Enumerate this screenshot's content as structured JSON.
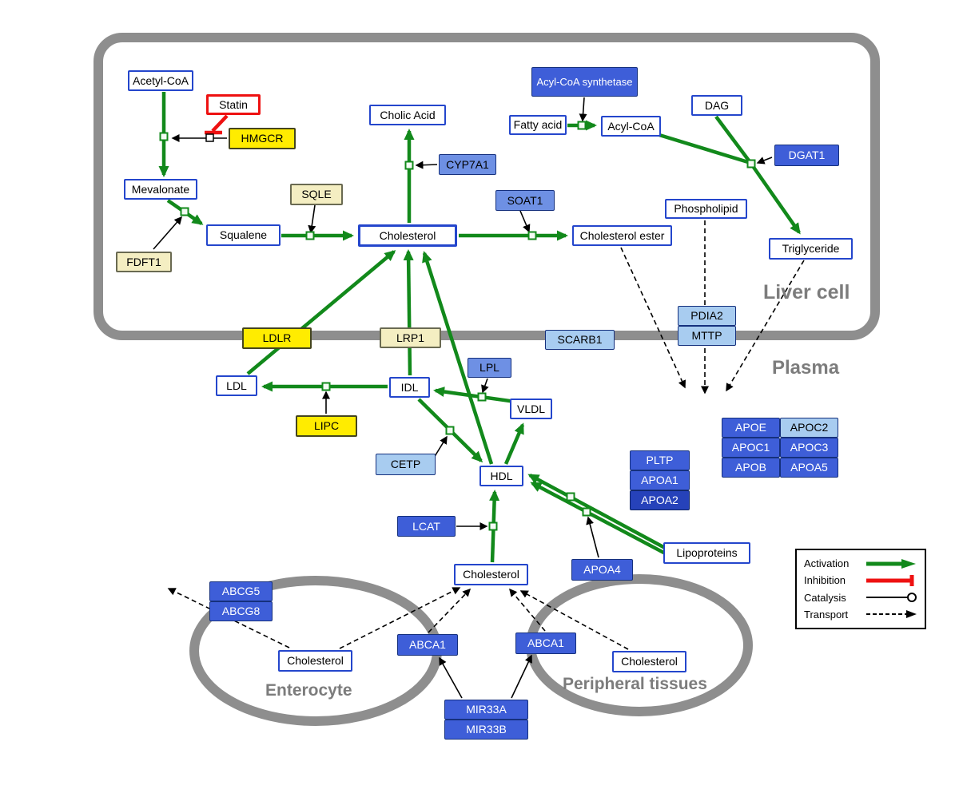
{
  "compartments": {
    "liver": "Liver cell",
    "plasma": "Plasma",
    "enterocyte": "Enterocyte",
    "peripheral": "Peripheral tissues"
  },
  "nodes": {
    "acetyl_coa": "Acetyl-CoA",
    "statin": "Statin",
    "hmgcr": "HMGCR",
    "mevalonate": "Mevalonate",
    "fdft1": "FDFT1",
    "squalene": "Squalene",
    "sqle": "SQLE",
    "cholesterol_liver": "Cholesterol",
    "cholic_acid": "Cholic Acid",
    "cyp7a1": "CYP7A1",
    "soat1": "SOAT1",
    "cholesterol_ester": "Cholesterol ester",
    "acyl_coa_synthetase": "Acyl-CoA synthetase",
    "fatty_acid": "Fatty acid",
    "acyl_coa": "Acyl-CoA",
    "dag": "DAG",
    "dgat1": "DGAT1",
    "phospholipid": "Phospholipid",
    "triglyceride": "Triglyceride",
    "pdia2": "PDIA2",
    "mttp": "MTTP",
    "ldlr": "LDLR",
    "lrp1": "LRP1",
    "scarb1": "SCARB1",
    "ldl": "LDL",
    "idl": "IDL",
    "lpl": "LPL",
    "vldl": "VLDL",
    "lipc": "LIPC",
    "cetp": "CETP",
    "hdl": "HDL",
    "pltp": "PLTP",
    "apoa1": "APOA1",
    "apoa2": "APOA2",
    "lcat": "LCAT",
    "apoa4": "APOA4",
    "lipoproteins": "Lipoproteins",
    "apoe": "APOE",
    "apoc2": "APOC2",
    "apoc1": "APOC1",
    "apoc3": "APOC3",
    "apob": "APOB",
    "apoa5": "APOA5",
    "cholesterol_plasma": "Cholesterol",
    "abcg5": "ABCG5",
    "abcg8": "ABCG8",
    "cholesterol_enterocyte": "Cholesterol",
    "abca1_left": "ABCA1",
    "abca1_right": "ABCA1",
    "cholesterol_peripheral": "Cholesterol",
    "mir33a": "MIR33A",
    "mir33b": "MIR33B"
  },
  "legend": {
    "activation": "Activation",
    "inhibition": "Inhibition",
    "catalysis": "Catalysis",
    "transport": "Transport"
  },
  "colors": {
    "activation_green": "#12891b",
    "inhibition_red": "#ee1111",
    "membrane_gray": "#8e8e8e",
    "metabolite_border_blue": "#2446cc",
    "gene_blue": "#3e5ed8",
    "gene_light_blue": "#a8ccf0",
    "gene_yellow": "#ffec00",
    "gene_pale_yellow": "#f4eec2"
  }
}
